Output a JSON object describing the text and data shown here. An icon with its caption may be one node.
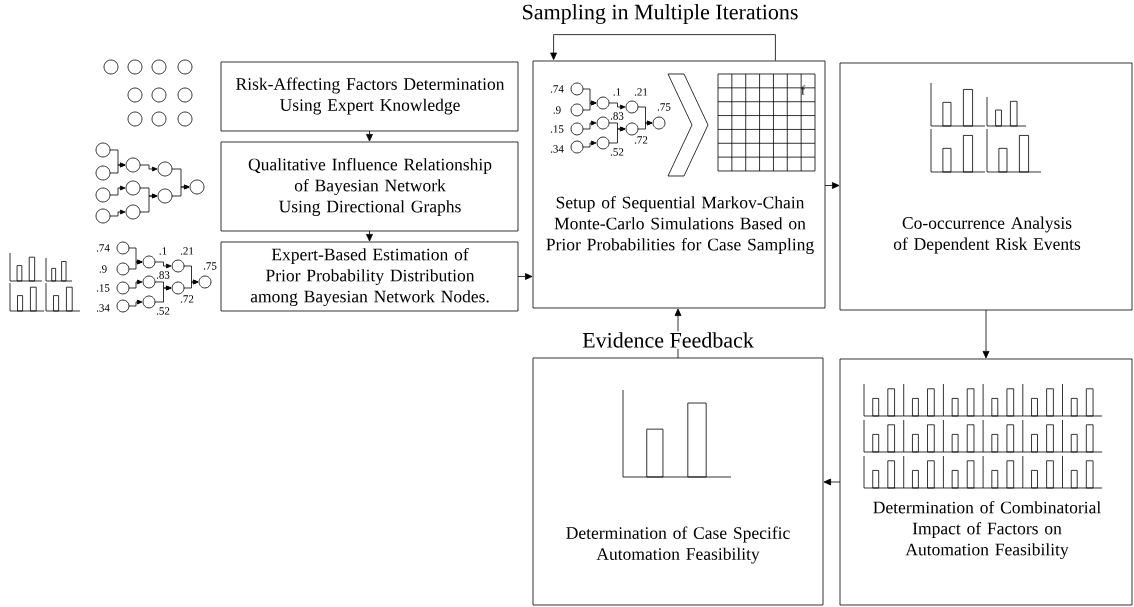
{
  "diagram": {
    "nodes": [
      {
        "text": [
          "Risk-Affecting Factors Determination Using Expert Knowledge"
        ]
      },
      {
        "text": [
          "Qualitative Influence Relationship of Bayesian Network Using Directional Graphs"
        ]
      },
      {
        "text": [
          "Expert-Based Estimation of Prior Probability Distribution among Bayesian Network Nodes."
        ]
      },
      {
        "text": [
          "Setup of Sequential Markov-Chain Monte-Carlo Simulations Based on Prior Probabilities for Case Sampling"
        ]
      },
      {
        "text": [
          "Co-occurrence Analysis of Dependent Risk Events"
        ]
      },
      {
        "text": [
          "Determination of Combinatorial Impact of Factors on Automation Feasibility"
        ]
      },
      {
        "text": [
          "Determination of Case Specific Automation Feasibility"
        ]
      }
    ],
    "edges": [
      {
        "from": 0,
        "to": 1,
        "arrow": "to"
      },
      {
        "from": 1,
        "to": 2,
        "arrow": "to"
      },
      {
        "from": 2,
        "to": 3,
        "arrow": "to"
      },
      {
        "from": 3,
        "to": 4,
        "arrow": "to"
      },
      {
        "from": 4,
        "to": 5,
        "arrow": "to"
      },
      {
        "from": 5,
        "to": 6,
        "arrow": "to"
      },
      {
        "from": 6,
        "to": 3,
        "arrow": "to",
        "label": "Evidence Feedback"
      },
      {
        "from": 3,
        "to": 3,
        "arrow": "to",
        "label": "Sampling in Multiple Iterations"
      }
    ],
    "labels": [
      ".74",
      ".9",
      ".15",
      ".34",
      ".1",
      ".21",
      ".83",
      ".72",
      ".52",
      ".75",
      ".74",
      ".9",
      ".15",
      ".34",
      ".1",
      ".21",
      ".83",
      ".72",
      ".52",
      ".75",
      "f"
    ]
  }
}
